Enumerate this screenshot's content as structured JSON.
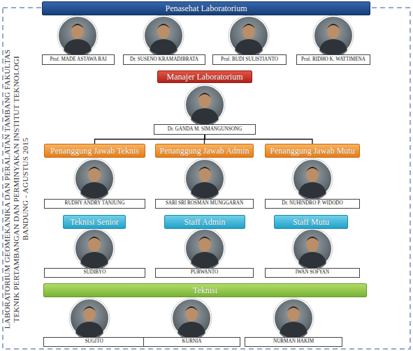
{
  "diagram": {
    "title": "LABORATORIUM GEOMEKANIKA DAN PERALATAN TAMBANG FAKULTAS TEKNIK PERTAMBANGAN DAN PERMINYAKAN INSTITUT TEKNOLOGI BANDUNG - AGUSTUS 2015",
    "nodes": [
      {
        "text": [
          "Penasehat Laboratorium"
        ]
      },
      {
        "text": [
          "Prof. MADE ASTAWA RAI"
        ]
      },
      {
        "text": [
          "Dr. SUSENO KRAMADIBRATA"
        ]
      },
      {
        "text": [
          "Prof. BUDI SULISTIANTO"
        ]
      },
      {
        "text": [
          "Prof. RIDHO K. WATTIMENA"
        ]
      },
      {
        "text": [
          "Manajer Laboratorium"
        ]
      },
      {
        "text": [
          "Dr. GANDA M. SIMANGUNSONG"
        ]
      },
      {
        "text": [
          "Penanggung Jawab Teknis"
        ]
      },
      {
        "text": [
          "Penanggung Jawab Admin"
        ]
      },
      {
        "text": [
          "Penanggung Jawab Mutu"
        ]
      },
      {
        "text": [
          "RUDHY ANDRY TANJUNG"
        ]
      },
      {
        "text": [
          "SARI SRI ROSMAN MUNGGARAN"
        ]
      },
      {
        "text": [
          "Dr. NUHINDRO P. WIDODO"
        ]
      },
      {
        "text": [
          "Teknisi Senior"
        ]
      },
      {
        "text": [
          "Staff Admin"
        ]
      },
      {
        "text": [
          "Staff Mutu"
        ]
      },
      {
        "text": [
          "SUDIBYO"
        ]
      },
      {
        "text": [
          "PURWANTO"
        ]
      },
      {
        "text": [
          "IWAN SOFYAN"
        ]
      },
      {
        "text": [
          "Teknisi"
        ]
      },
      {
        "text": [
          "SUGITO"
        ]
      },
      {
        "text": [
          "KURNIA"
        ]
      },
      {
        "text": [
          "NURMAN HAKIM"
        ]
      }
    ],
    "edges": [
      {
        "from": 6,
        "to": 7,
        "arrow": "none"
      },
      {
        "from": 6,
        "to": 8,
        "arrow": "none"
      },
      {
        "from": 6,
        "to": 9,
        "arrow": "none"
      }
    ]
  }
}
